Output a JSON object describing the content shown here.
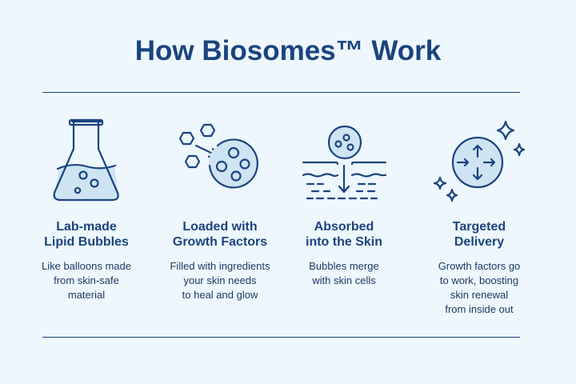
{
  "title": "How Biosomes™ Work",
  "steps": [
    {
      "icon": "flask-icon",
      "heading": "Lab-made\nLipid Bubbles",
      "body": "Like balloons made\nfrom skin-safe\nmaterial"
    },
    {
      "icon": "growth-factor-bubble-icon",
      "heading": "Loaded with\nGrowth Factors",
      "body": "Filled with ingredients\nyour skin needs\nto heal and glow"
    },
    {
      "icon": "skin-absorption-icon",
      "heading": "Absorbed\ninto the Skin",
      "body": "Bubbles merge\nwith skin cells"
    },
    {
      "icon": "targeted-delivery-icon",
      "heading": "Targeted\nDelivery",
      "body": "Growth factors go\nto work, boosting\nskin renewal\nfrom inside out"
    }
  ],
  "colors": {
    "navy": "#1a4480",
    "fill": "#cfe4f3",
    "background": "#eef7fd"
  }
}
